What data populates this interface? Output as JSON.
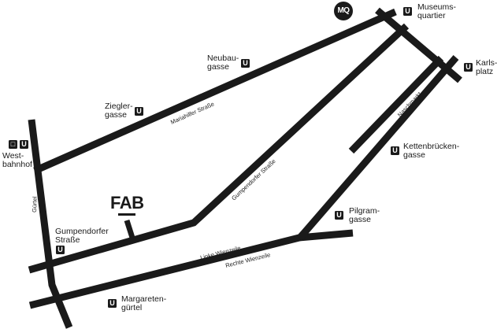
{
  "map": {
    "title": "FAB",
    "landmark_badge": "MQ",
    "transit_icons": {
      "ubahn": "U",
      "train": "train-icon"
    },
    "streets": {
      "mariahilfer": "Mariahilfer Straße",
      "gumpendorfer": "Gumpendorfer Straße",
      "guertel": "Gürtel",
      "linke_wienzeile": "Linke Wienzeile",
      "rechte_wienzeile": "Rechte Wienzeile",
      "naschmarkt": "Naschmarkt"
    },
    "stations": [
      {
        "id": "museumsquartier",
        "line1": "Museums-",
        "line2": "quartier"
      },
      {
        "id": "karlsplatz",
        "line1": "Karls-",
        "line2": "platz"
      },
      {
        "id": "neubaugasse",
        "line1": "Neubau-",
        "line2": "gasse"
      },
      {
        "id": "zieglergasse",
        "line1": "Ziegler-",
        "line2": "gasse"
      },
      {
        "id": "westbahnhof",
        "line1": "West-",
        "line2": "bahnhof"
      },
      {
        "id": "kettenbrueckengasse",
        "line1": "Kettenbrücken-",
        "line2": "gasse"
      },
      {
        "id": "gumpendorfer-strasse",
        "line1": "Gumpendorfer",
        "line2": "Straße"
      },
      {
        "id": "pilgramgasse",
        "line1": "Pilgram-",
        "line2": "gasse"
      },
      {
        "id": "margaretenguertel",
        "line1": "Margareten-",
        "line2": "gürtel"
      }
    ]
  }
}
